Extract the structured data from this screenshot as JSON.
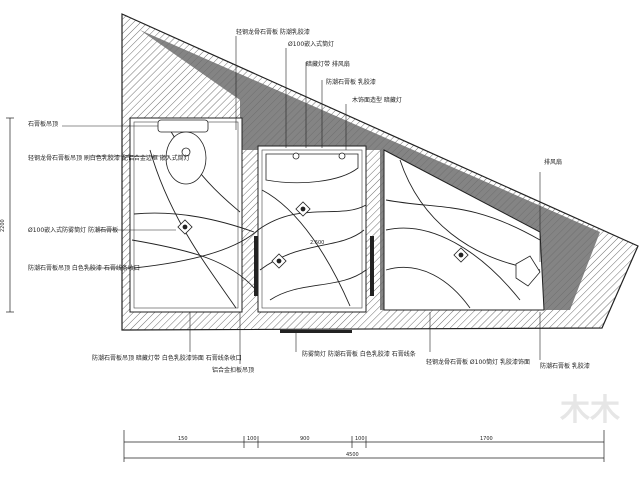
{
  "drawing": {
    "type": "bathroom ceiling plan (CAD)",
    "callouts_left": [
      {
        "id": "c1",
        "text": "石膏板吊顶"
      },
      {
        "id": "c2",
        "text": "轻钢龙骨石膏板吊顶 刷白色乳胶漆 配铝合金边框 嵌入式筒灯"
      },
      {
        "id": "c3",
        "text": "Ø100嵌入式防雾筒灯 防潮石膏板"
      },
      {
        "id": "c4",
        "text": "防潮石膏板吊顶 白色乳胶漆 石膏线条收口"
      }
    ],
    "callouts_top": [
      {
        "id": "t1",
        "text": "轻钢龙骨石膏板 防潮乳胶漆"
      },
      {
        "id": "t2",
        "text": "Ø100嵌入式筒灯"
      },
      {
        "id": "t3",
        "text": "暗藏灯带 排风扇"
      },
      {
        "id": "t4",
        "text": "防潮石膏板 乳胶漆"
      },
      {
        "id": "t5",
        "text": "木饰面造型 暗藏灯"
      }
    ],
    "callout_right": {
      "text": "排风扇"
    },
    "callouts_bottom": [
      {
        "id": "b1",
        "text": "防潮石膏板吊顶 暗藏灯带 白色乳胶漆饰面 石膏线条收口"
      },
      {
        "id": "b2",
        "text": "铝合金扣板吊顶"
      },
      {
        "id": "b3",
        "text": "防雾筒灯 防潮石膏板 白色乳胶漆 石膏线条"
      },
      {
        "id": "b4",
        "text": "轻钢龙骨石膏板 Ø100筒灯 乳胶漆饰面"
      },
      {
        "id": "b5",
        "text": "防潮石膏板 乳胶漆"
      }
    ],
    "height_label": "2200",
    "center_label": "2.600",
    "dimension_segments": [
      "150",
      "100",
      "900",
      "100",
      "1700"
    ],
    "total_dimension": "4500",
    "watermark": "木木"
  }
}
